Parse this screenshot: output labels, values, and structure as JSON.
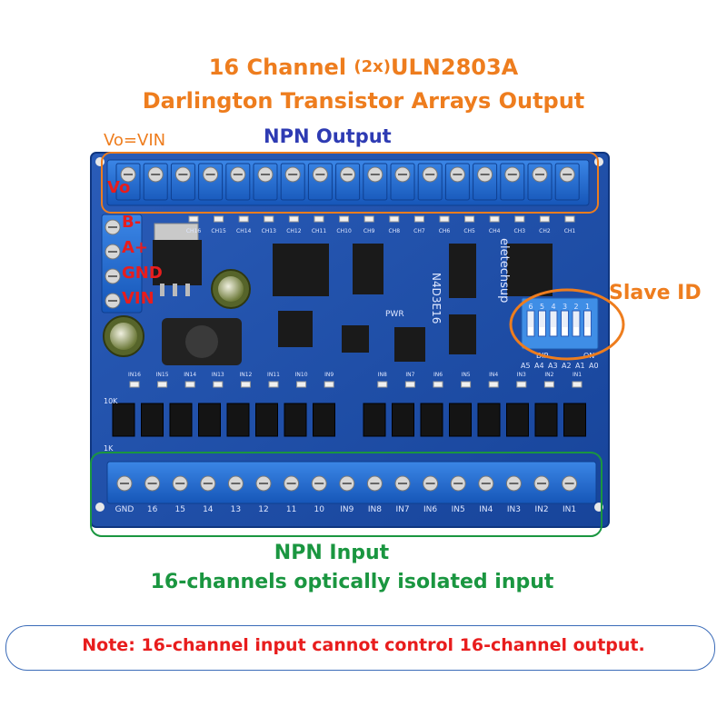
{
  "title": {
    "line1_prefix": "16 Channel ",
    "line1_qty": "(2x)",
    "line1_suffix": "ULN2803A",
    "line2": "Darlington Transistor Arrays Output"
  },
  "annotations": {
    "vo_vin": "Vo=VIN",
    "npn_output": "NPN Output",
    "slave_id": "Slave ID",
    "npn_input": "NPN Input",
    "input_desc": "16-channels optically isolated input"
  },
  "power_pins": [
    "Vo",
    "B-",
    "A+",
    "GND",
    "VIN"
  ],
  "board": {
    "brand": "eletechsup",
    "model": "N4D3E16",
    "pwr_label": "PWR",
    "dip_on": "ON",
    "dip_label": "DIP",
    "dip_numbers": [
      "6",
      "5",
      "4",
      "3",
      "2",
      "1"
    ],
    "address_labels": [
      "A5",
      "A4",
      "A3",
      "A2",
      "A1",
      "A0"
    ],
    "output_leds": [
      "CH16",
      "CH15",
      "CH14",
      "CH13",
      "CH12",
      "CH11",
      "CH10",
      "CH9",
      "CH8",
      "CH7",
      "CH6",
      "CH5",
      "CH4",
      "CH3",
      "CH2",
      "CH1"
    ],
    "input_leds": [
      "IN16",
      "IN15",
      "IN14",
      "IN13",
      "IN12",
      "IN11",
      "IN10",
      "IN9",
      "IN8",
      "IN7",
      "IN6",
      "IN5",
      "IN4",
      "IN3",
      "IN2",
      "IN1"
    ],
    "input_terminal_labels": [
      "GND",
      "16",
      "15",
      "14",
      "13",
      "12",
      "11",
      "10",
      "IN9",
      "IN8",
      "IN7",
      "IN6",
      "IN5",
      "IN4",
      "IN3",
      "IN2",
      "IN1"
    ],
    "resistor_10k": "10K",
    "resistor_1k": "1K"
  },
  "note": "Note: 16-channel input cannot control 16-channel output.",
  "colors": {
    "pcb": "#1d4fa8",
    "terminal": "#1f6fd6",
    "orange": "#ee7d1e",
    "blue_text": "#2e3bb3",
    "green": "#1a9640",
    "red": "#e81d1d"
  }
}
